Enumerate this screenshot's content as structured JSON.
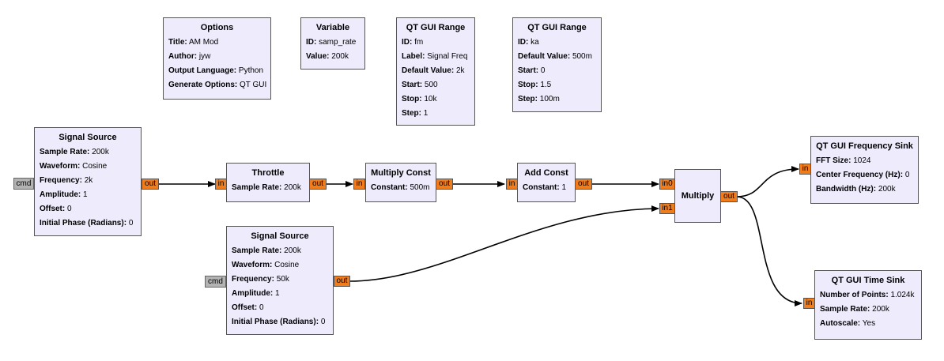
{
  "options": {
    "title": "Options",
    "params": [
      {
        "k": "Title",
        "v": "AM Mod"
      },
      {
        "k": "Author",
        "v": "jyw"
      },
      {
        "k": "Output Language",
        "v": "Python"
      },
      {
        "k": "Generate Options",
        "v": "QT GUI"
      }
    ]
  },
  "variable": {
    "title": "Variable",
    "params": [
      {
        "k": "ID",
        "v": "samp_rate"
      },
      {
        "k": "Value",
        "v": "200k"
      }
    ]
  },
  "range_fm": {
    "title": "QT GUI Range",
    "params": [
      {
        "k": "ID",
        "v": "fm"
      },
      {
        "k": "Label",
        "v": "Signal Freq"
      },
      {
        "k": "Default Value",
        "v": "2k"
      },
      {
        "k": "Start",
        "v": "500"
      },
      {
        "k": "Stop",
        "v": "10k"
      },
      {
        "k": "Step",
        "v": "1"
      }
    ]
  },
  "range_ka": {
    "title": "QT GUI Range",
    "params": [
      {
        "k": "ID",
        "v": "ka"
      },
      {
        "k": "Default Value",
        "v": "500m"
      },
      {
        "k": "Start",
        "v": "0"
      },
      {
        "k": "Stop",
        "v": "1.5"
      },
      {
        "k": "Step",
        "v": "100m"
      }
    ]
  },
  "signal_source_1": {
    "title": "Signal Source",
    "params": [
      {
        "k": "Sample Rate",
        "v": "200k"
      },
      {
        "k": "Waveform",
        "v": "Cosine"
      },
      {
        "k": "Frequency",
        "v": "2k"
      },
      {
        "k": "Amplitude",
        "v": "1"
      },
      {
        "k": "Offset",
        "v": "0"
      },
      {
        "k": "Initial Phase (Radians)",
        "v": "0"
      }
    ],
    "cmd": "cmd",
    "out": "out"
  },
  "throttle": {
    "title": "Throttle",
    "params": [
      {
        "k": "Sample Rate",
        "v": "200k"
      }
    ],
    "in": "in",
    "out": "out"
  },
  "multiply_const": {
    "title": "Multiply Const",
    "params": [
      {
        "k": "Constant",
        "v": "500m"
      }
    ],
    "in": "in",
    "out": "out"
  },
  "add_const": {
    "title": "Add Const",
    "params": [
      {
        "k": "Constant",
        "v": "1"
      }
    ],
    "in": "in",
    "out": "out"
  },
  "multiply": {
    "title": "Multiply",
    "in0": "in0",
    "in1": "in1",
    "out": "out"
  },
  "signal_source_2": {
    "title": "Signal Source",
    "params": [
      {
        "k": "Sample Rate",
        "v": "200k"
      },
      {
        "k": "Waveform",
        "v": "Cosine"
      },
      {
        "k": "Frequency",
        "v": "50k"
      },
      {
        "k": "Amplitude",
        "v": "1"
      },
      {
        "k": "Offset",
        "v": "0"
      },
      {
        "k": "Initial Phase (Radians)",
        "v": "0"
      }
    ],
    "cmd": "cmd",
    "out": "out"
  },
  "freq_sink": {
    "title": "QT GUI Frequency Sink",
    "params": [
      {
        "k": "FFT Size",
        "v": "1024"
      },
      {
        "k": "Center Frequency (Hz)",
        "v": "0"
      },
      {
        "k": "Bandwidth (Hz)",
        "v": "200k"
      }
    ],
    "in": "in"
  },
  "time_sink": {
    "title": "QT GUI Time Sink",
    "params": [
      {
        "k": "Number of Points",
        "v": "1.024k"
      },
      {
        "k": "Sample Rate",
        "v": "200k"
      },
      {
        "k": "Autoscale",
        "v": "Yes"
      }
    ],
    "in": "in"
  },
  "colors": {
    "block_fill": "#eeebfc",
    "port_fill": "#f07c1c",
    "cmd_fill": "#b3b3b3",
    "wire": "#000000"
  }
}
